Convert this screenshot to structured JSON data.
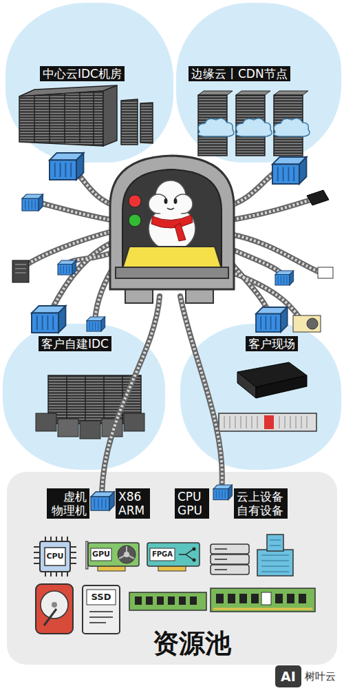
{
  "diagram": {
    "nodes": [
      {
        "text": [
          "中心云IDC机房"
        ]
      },
      {
        "text": [
          "边缘云丨CDN节点"
        ]
      },
      {
        "text": [
          "客户自建IDC"
        ]
      },
      {
        "text": [
          "客户现场"
        ]
      },
      {
        "text": [
          "资源池"
        ]
      },
      {
        "text": [
          "虚机 物理机"
        ],
        "in": 4
      },
      {
        "text": [
          "X86 ARM"
        ],
        "in": 4
      },
      {
        "text": [
          "CPU GPU"
        ],
        "in": 4
      },
      {
        "text": [
          "云上设备 自有设备"
        ],
        "in": 4
      },
      {
        "text": [
          "CPU"
        ],
        "in": 4
      },
      {
        "text": [
          "GPU"
        ],
        "in": 4
      },
      {
        "text": [
          "FPGA"
        ],
        "in": 4
      },
      {
        "text": [
          "SSD"
        ],
        "in": 4
      }
    ],
    "labels": [
      "AI",
      "树叶云"
    ]
  }
}
